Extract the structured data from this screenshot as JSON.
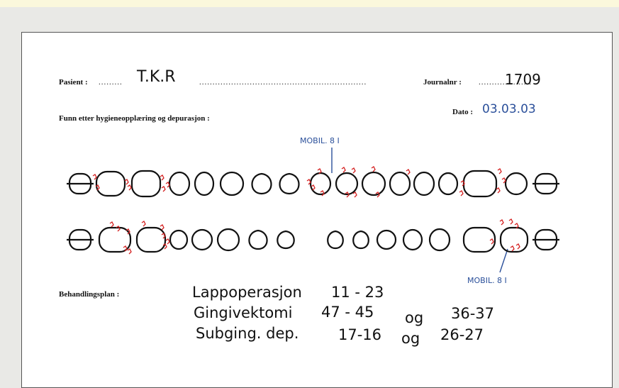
{
  "header": {
    "patient_label": "Pasient :",
    "patient_value": "T.K.R",
    "journal_label": "Journalnr :",
    "journal_value": "1709",
    "date_label": "Dato :",
    "date_value": "03.03.03",
    "findings_label": "Funn etter hygieneopplæring og depurasjon :"
  },
  "annotations": {
    "upper_mobility": "MOBIL. 8 I",
    "lower_mobility": "MOBIL. 8 I"
  },
  "plan": {
    "label": "Behandlingsplan :",
    "row1_treatment": "Lappoperasjon",
    "row1_teeth": "11 - 23",
    "row2_treatment": "Gingivektomi",
    "row2_teeth_a": "47 - 45",
    "row2_og": "og",
    "row2_teeth_b": "36-37",
    "row3_treatment": "Subging. dep.",
    "row3_teeth_a": "17-16",
    "row3_og": "og",
    "row3_teeth_b": "26-27"
  },
  "colors": {
    "ink_black": "#111111",
    "ink_red": "#d42020",
    "ink_blue": "#2a4f9a"
  }
}
